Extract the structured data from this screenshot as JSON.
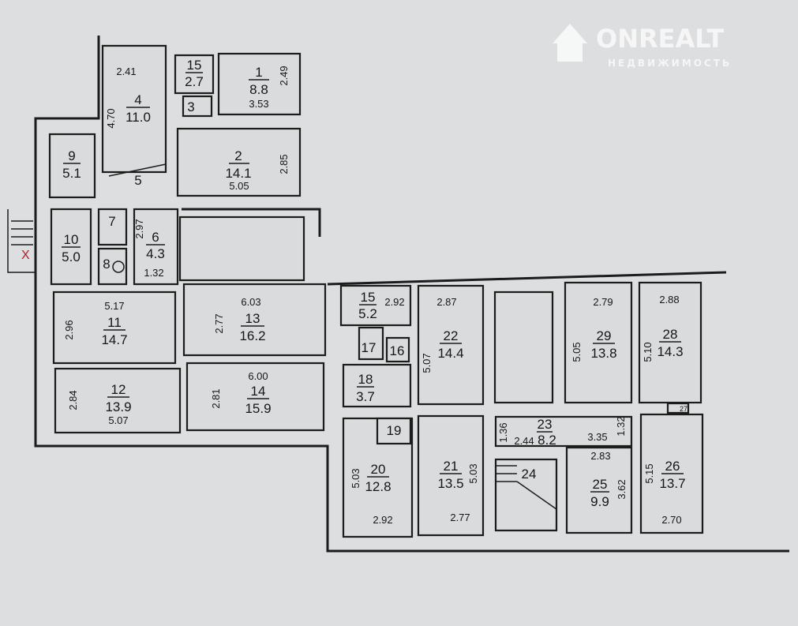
{
  "watermark": {
    "brand": "ONREALT",
    "subtitle": "НЕДВИЖИМОСТЬ"
  },
  "exit_marker": "X",
  "rooms": {
    "r1": {
      "num": "1",
      "area": "8.8",
      "dims": [
        "3.53",
        "2.49"
      ]
    },
    "r2": {
      "num": "2",
      "area": "14.1",
      "dims": [
        "5.05",
        "2.85"
      ]
    },
    "r3": {
      "num": "3"
    },
    "r4": {
      "num": "4",
      "area": "11.0",
      "dims": [
        "2.41",
        "4.70"
      ]
    },
    "r5": {
      "num": "5"
    },
    "r6": {
      "num": "6",
      "area": "4.3",
      "dims": [
        "2.97",
        "1.32"
      ]
    },
    "r7": {
      "num": "7"
    },
    "r8": {
      "num": "8"
    },
    "r9": {
      "num": "9",
      "area": "5.1"
    },
    "r10": {
      "num": "10",
      "area": "5.0"
    },
    "r11": {
      "num": "11",
      "area": "14.7",
      "dims": [
        "5.17",
        "2.96"
      ]
    },
    "r12": {
      "num": "12",
      "area": "13.9",
      "dims": [
        "5.07",
        "2.84"
      ]
    },
    "r13": {
      "num": "13",
      "area": "16.2",
      "dims": [
        "6.03",
        "2.77"
      ]
    },
    "r14": {
      "num": "14",
      "area": "15.9",
      "dims": [
        "6.00",
        "2.81"
      ]
    },
    "r15a": {
      "num": "15",
      "area": "2.7"
    },
    "r15b": {
      "num": "15",
      "area": "5.2",
      "dims": [
        "2.92"
      ]
    },
    "r16": {
      "num": "16"
    },
    "r17": {
      "num": "17"
    },
    "r18": {
      "num": "18",
      "area": "3.7"
    },
    "r19": {
      "num": "19"
    },
    "r20": {
      "num": "20",
      "area": "12.8",
      "dims": [
        "5.03",
        "2.92"
      ]
    },
    "r21": {
      "num": "21",
      "area": "13.5",
      "dims": [
        "5.03",
        "2.77"
      ]
    },
    "r22": {
      "num": "22",
      "area": "14.4",
      "dims": [
        "2.87",
        "5.07"
      ]
    },
    "r23": {
      "num": "23",
      "area": "8.2",
      "dims": [
        "1.36",
        "2.44",
        "3.35",
        "1.32"
      ]
    },
    "r24": {
      "num": "24"
    },
    "r25": {
      "num": "25",
      "area": "9.9",
      "dims": [
        "2.83",
        "3.62"
      ]
    },
    "r26": {
      "num": "26",
      "area": "13.7",
      "dims": [
        "5.15",
        "2.70"
      ]
    },
    "r27": {
      "num": "27"
    },
    "r28": {
      "num": "28",
      "area": "14.3",
      "dims": [
        "2.88",
        "5.10"
      ]
    },
    "r29": {
      "num": "29",
      "area": "13.8",
      "dims": [
        "2.79",
        "5.05"
      ]
    }
  }
}
